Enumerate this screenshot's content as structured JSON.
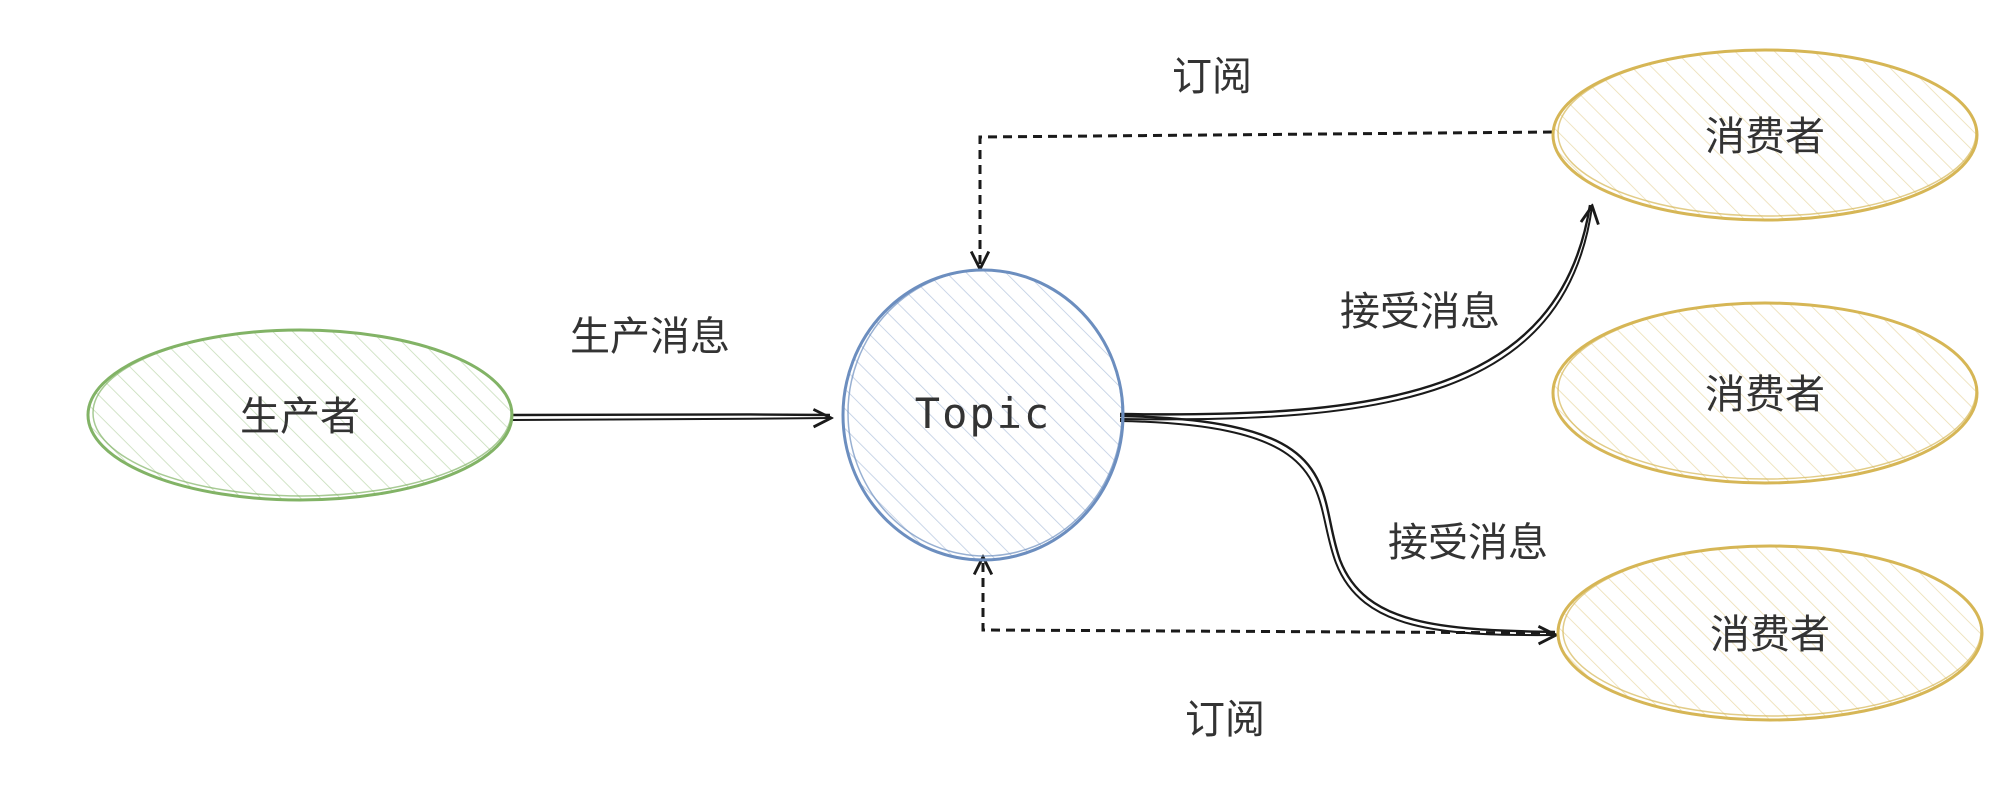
{
  "nodes": {
    "producer": {
      "label": "生产者"
    },
    "topic": {
      "label": "Topic"
    },
    "consumer_top": {
      "label": "消费者"
    },
    "consumer_mid": {
      "label": "消费者"
    },
    "consumer_bottom": {
      "label": "消费者"
    }
  },
  "edges": {
    "produce": {
      "label": "生产消息"
    },
    "receive_top": {
      "label": "接受消息"
    },
    "receive_bottom": {
      "label": "接受消息"
    },
    "subscribe_top": {
      "label": "订阅"
    },
    "subscribe_bottom": {
      "label": "订阅"
    }
  },
  "colors": {
    "producer_stroke": "#82b366",
    "producer_fill": "#d5e8d4",
    "topic_stroke": "#6c8ebf",
    "topic_fill": "#dae8fc",
    "consumer_stroke": "#d6b656",
    "consumer_fill": "#fff2cc",
    "edge": "#1a1a1a"
  }
}
